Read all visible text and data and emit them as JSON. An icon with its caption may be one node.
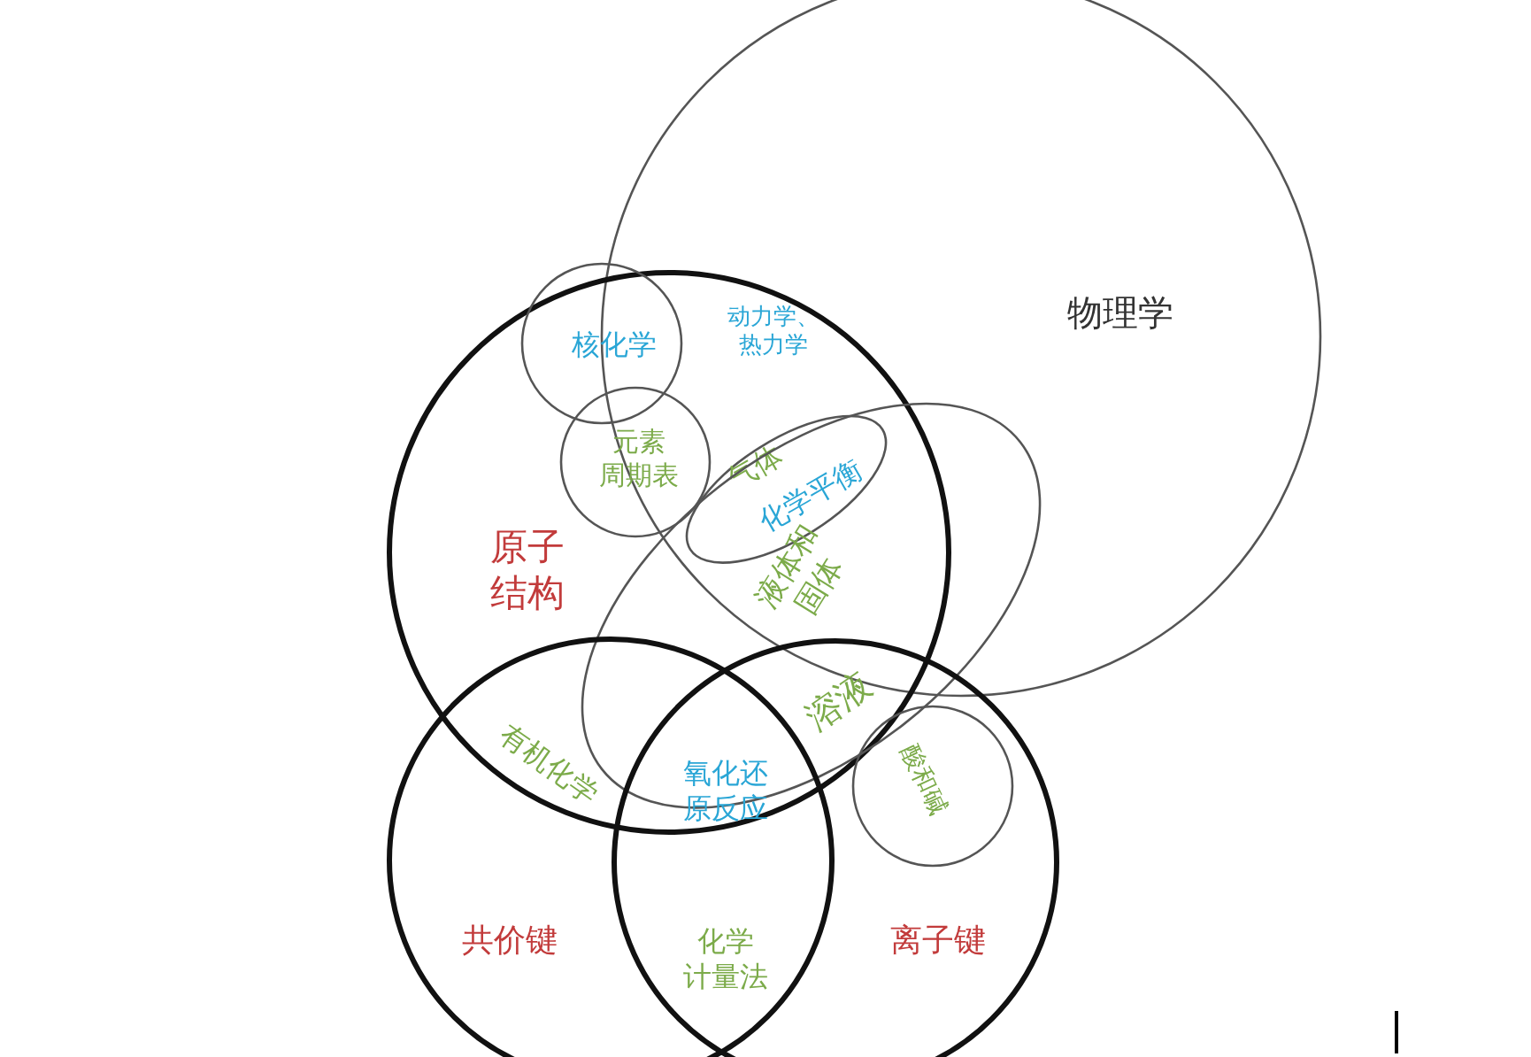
{
  "diagram": {
    "nodes": [
      {
        "text": [
          "物理学"
        ]
      },
      {
        "text": [
          "核化学"
        ],
        "in": 2
      },
      {
        "text": [
          "原子结构"
        ]
      },
      {
        "text": [
          "元素周期表"
        ],
        "in": 2
      },
      {
        "text": [
          "气体",
          "化学平衡"
        ]
      },
      {
        "text": [
          "液体和固体"
        ]
      },
      {
        "text": [
          "酸和碱"
        ],
        "in": 8
      },
      {
        "text": [
          "共价键"
        ]
      },
      {
        "text": [
          "离子键"
        ]
      }
    ],
    "labels": [
      "动力学、热力学",
      "溶液",
      "有机化学",
      "氧化还原反应",
      "化学计量法"
    ]
  }
}
